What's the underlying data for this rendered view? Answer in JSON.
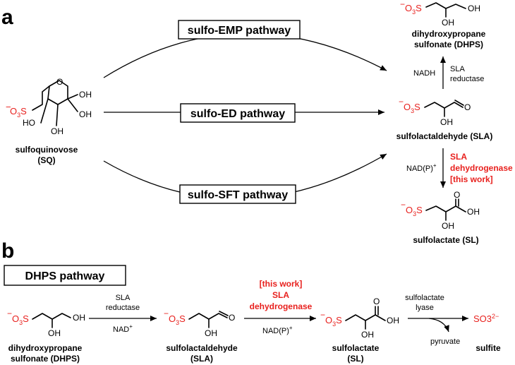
{
  "panel_a": {
    "label": "a",
    "pathways": {
      "emp": "sulfo-EMP pathway",
      "ed": "sulfo-ED pathway",
      "sft": "sulfo-SFT pathway"
    },
    "sq": {
      "name": "sulfoquinovose",
      "abbr": "(SQ)",
      "o3s": "O3S",
      "oh": "OH",
      "ho": "HO",
      "o": "O"
    },
    "dhps": {
      "name": "dihydroxypropane",
      "name2": "sulfonate (DHPS)",
      "oh": "OH"
    },
    "sla": {
      "name": "sulfolactaldehyde (SLA)",
      "oh": "OH",
      "o": "O"
    },
    "sl": {
      "name": "sulfolactate (SL)",
      "oh": "OH",
      "o": "O"
    },
    "nadh": "NADH",
    "sla_reductase": [
      "SLA",
      "reductase"
    ],
    "nadp": "NAD(P)",
    "sla_dh": [
      "SLA",
      "dehydrogenase",
      "[this work]"
    ]
  },
  "panel_b": {
    "label": "b",
    "box_title": "DHPS pathway",
    "dhps": [
      "dihydroxypropane",
      "sulfonate (DHPS)"
    ],
    "sla": [
      "sulfolactaldehyde",
      "(SLA)"
    ],
    "sl": [
      "sulfolactate",
      "(SL)"
    ],
    "sulfite": "sulfite",
    "so3": "SO3",
    "reductase": [
      "SLA",
      "reductase"
    ],
    "nad": "NAD",
    "dehydrogenase": [
      "[this work]",
      "SLA",
      "dehydrogenase"
    ],
    "nadp": "NAD(P)",
    "lyase": [
      "sulfolactate",
      "lyase"
    ],
    "pyruvate": "pyruvate",
    "oh": "OH",
    "o": "O"
  },
  "colors": {
    "red": "#e8211e",
    "black": "#000000"
  }
}
